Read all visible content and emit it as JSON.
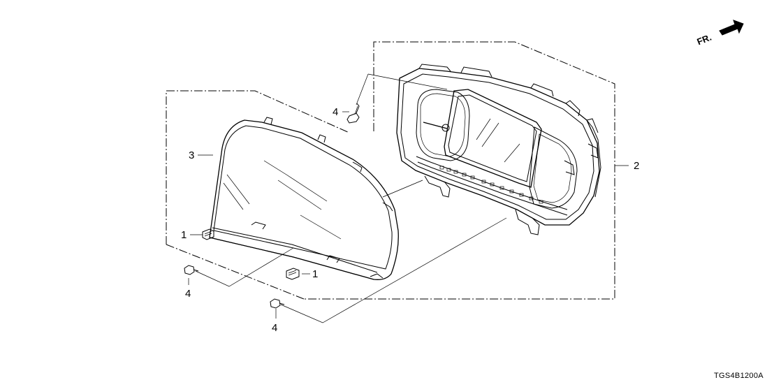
{
  "direction": {
    "label": "FR."
  },
  "diagram_code": "TGS4B1200A",
  "callouts": [
    {
      "id": "c1a",
      "number": "1"
    },
    {
      "id": "c1b",
      "number": "1"
    },
    {
      "id": "c2",
      "number": "2"
    },
    {
      "id": "c3",
      "number": "3"
    },
    {
      "id": "c4a",
      "number": "4"
    },
    {
      "id": "c4b",
      "number": "4"
    },
    {
      "id": "c4c",
      "number": "4"
    }
  ]
}
